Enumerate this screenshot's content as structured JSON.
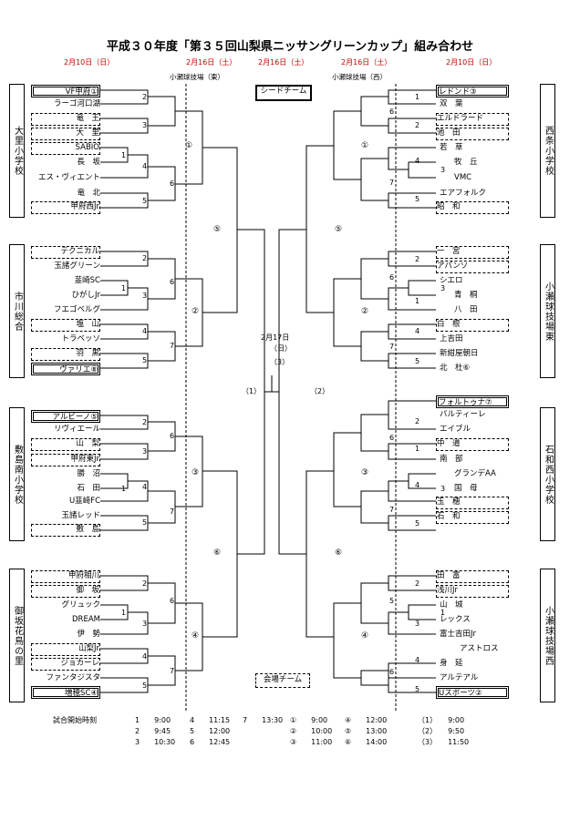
{
  "title": "平成３０年度「第３５回山梨県ニッサングリーンカップ」組み合わせ",
  "dates": {
    "left_r1": "2月10日（日）",
    "left_r2": "2月16日（土）",
    "center": "2月16日（土）",
    "right_r2": "2月16日（土）",
    "right_r1": "2月10日（日）"
  },
  "venues": {
    "east": "小瀬球技場（東）",
    "west": "小瀬球技場（西）"
  },
  "seed_label": "シードチーム",
  "host_label": "会場チーム",
  "final": {
    "date": "2月17日",
    "day": "（日）",
    "game": "（3）",
    "left": "（1）",
    "right": "（2）"
  },
  "blocks": {
    "left": [
      "大里小学校",
      "市川総合",
      "敷島南小学校",
      "御坂花鳥の里"
    ],
    "right": [
      "西条小学校",
      "小瀬球技場東",
      "石和西小学校",
      "小瀬球技場西"
    ]
  },
  "teams": {
    "left": [
      "VF甲府①",
      "ラーゴ河口湖",
      "竜　王",
      "大　里",
      "SABIO",
      "長　坂",
      "エス・ヴィエント",
      "竜　北",
      "甲府西Jr",
      "テクニカル",
      "玉諸グリーン",
      "韮崎SC",
      "ひがしJr",
      "フエゴベルグ",
      "塩　山",
      "トラベッソ",
      "羽　黒",
      "ヴァリエ⑧",
      "アルビーノ⑤",
      "リヴィエール",
      "山　梨",
      "甲府東Jr",
      "勝　沼",
      "石　田",
      "U韮崎FC",
      "玉諸レッド",
      "敷　島",
      "甲府相川",
      "御　坂",
      "グリュック",
      "DREAM",
      "伊　勢",
      "山梨Jr",
      "ジョカーレ",
      "ファンタジスタ",
      "増穂SC④"
    ],
    "right": [
      "レドンド③",
      "双　葉",
      "エルドラード",
      "池　田",
      "若　草",
      "牧　丘",
      "VMC",
      "エアフォルク",
      "昭　和",
      "一　宮",
      "アパンソ",
      "シエロ",
      "青　桐",
      "八　田",
      "白　根",
      "上吉田",
      "新紺屋朝日",
      "北　杜⑥",
      "フォルトゥナ⑦",
      "バルティーレ",
      "エイブル",
      "中　道",
      "南　部",
      "グランデAA",
      "国　母",
      "玉　穂",
      "石　和",
      "田　富",
      "浅川Jr",
      "山　城",
      "レックス",
      "富士吉田Jr",
      "アストロス",
      "身　延",
      "アルテアル",
      "Uスポーツ②"
    ]
  },
  "match_numbers": {
    "left": [
      "2",
      "3",
      "1",
      "4",
      "5",
      "6",
      "2",
      "3",
      "1",
      "4",
      "5",
      "6",
      "7",
      "2",
      "1",
      "3",
      "4",
      "5",
      "6",
      "7",
      "2",
      "1",
      "3",
      "4",
      "5",
      "6",
      "7"
    ],
    "right": [
      "1",
      "6",
      "2",
      "4",
      "3",
      "7",
      "5",
      "2",
      "6",
      "3",
      "1",
      "4",
      "7",
      "5",
      "2",
      "6",
      "1",
      "4",
      "3",
      "7",
      "5",
      "2",
      "5",
      "3",
      "1",
      "4",
      "6",
      "5"
    ]
  },
  "rounds": {
    "left": [
      "①",
      "②",
      "③",
      "④",
      "⑤",
      "⑥"
    ],
    "right": [
      "①",
      "②",
      "③",
      "④",
      "⑤",
      "⑥"
    ]
  },
  "schedule": {
    "label": "試合開始時刻",
    "col1": [
      "1　　9:00",
      "2　　9:45",
      "3　　10:30"
    ],
    "col2": [
      "4　　11:15",
      "5　　12:00",
      "6　　12:45"
    ],
    "col3": [
      "7　　13:30"
    ],
    "col4": [
      "①　　9:00",
      "②　　10:00",
      "③　　11:00"
    ],
    "col5": [
      "④　　12:00",
      "⑤　　13:00",
      "⑥　　14:00"
    ],
    "col6": [
      "（1）　　9:00",
      "（2）　　9:50",
      "（3）　　11:50"
    ]
  }
}
